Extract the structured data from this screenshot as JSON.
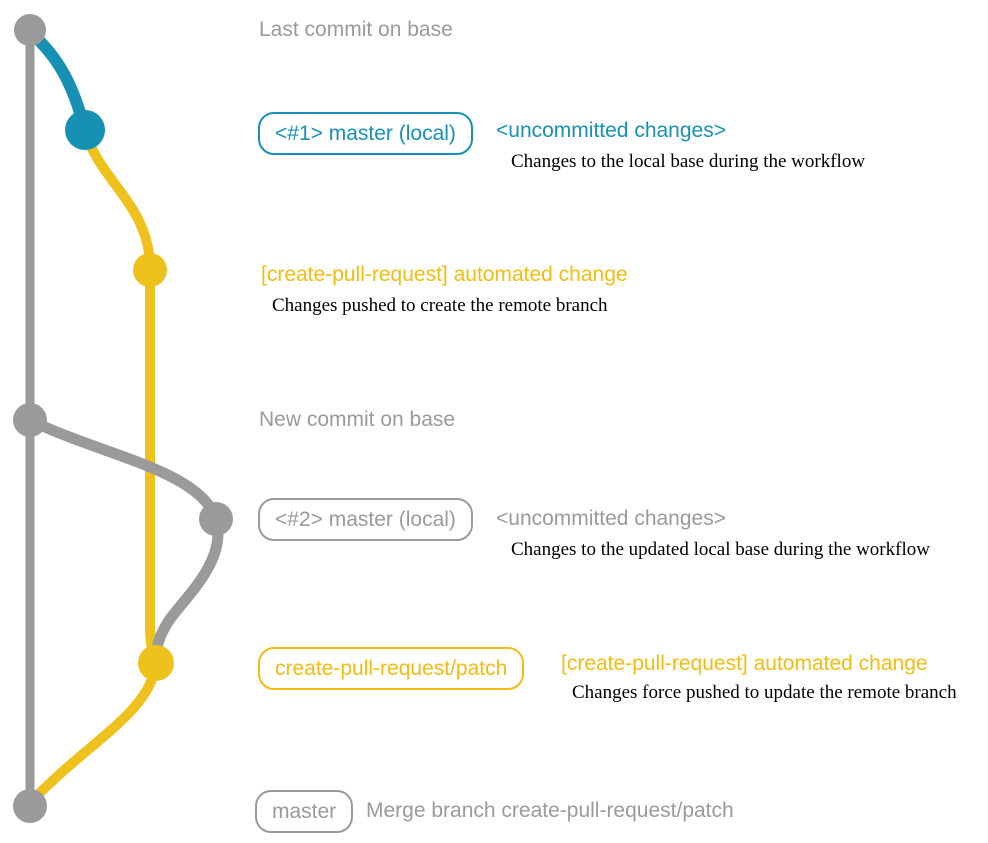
{
  "colors": {
    "gray": "#9a9a9a",
    "teal": "#1791b3",
    "yellow": "#eec11d",
    "yellow_text": "#f2bc10",
    "serif_text": "#000000",
    "background": "#ffffff"
  },
  "annotations": {
    "last_commit": {
      "label": "Last commit on base"
    },
    "local_change_1": {
      "badge": "<#1> master (local)",
      "title": "<uncommitted changes>",
      "description": "Changes to the local base during the workflow"
    },
    "push_1": {
      "title": "[create-pull-request] automated change",
      "description": "Changes pushed to create the remote branch"
    },
    "new_commit": {
      "label": "New commit on base"
    },
    "local_change_2": {
      "badge": "<#2> master (local)",
      "title": "<uncommitted changes>",
      "description": "Changes to the updated local base during the workflow"
    },
    "force_push": {
      "badge": "create-pull-request/patch",
      "title": "[create-pull-request] automated change",
      "description": "Changes force pushed to update the remote branch"
    },
    "merge": {
      "badge": "master",
      "label": "Merge branch create-pull-request/patch"
    }
  }
}
